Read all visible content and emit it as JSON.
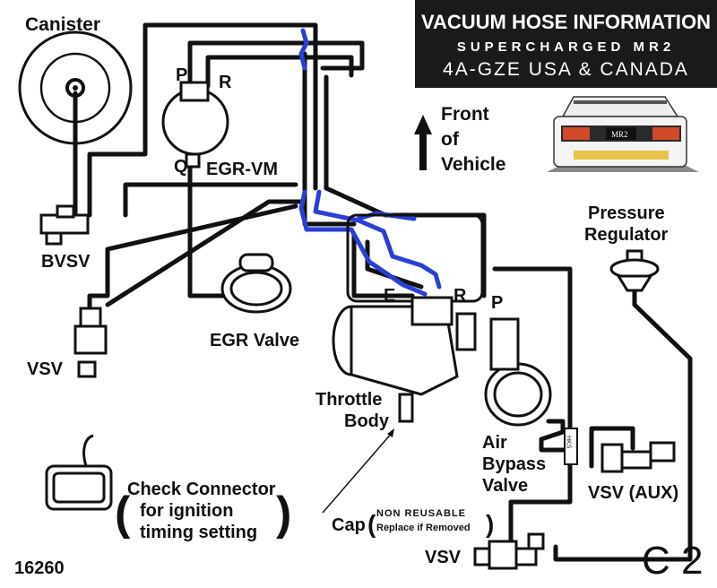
{
  "header": {
    "title": "VACUUM HOSE INFORMATION",
    "subtitle": "SUPERCHARGED MR2",
    "engine": "4A-GZE USA & CANADA"
  },
  "labels": {
    "canister": "Canister",
    "port_p": "P",
    "port_r": "R",
    "port_q": "Q",
    "egr_vm": "EGR-VM",
    "bvsv": "BVSV",
    "egr_valve": "EGR Valve",
    "vsv": "VSV",
    "front_line1": "Front",
    "front_line2": "of",
    "front_line3": "Vehicle",
    "pressure_line1": "Pressure",
    "pressure_line2": "Regulator",
    "port_e": "E",
    "port_r2": "R",
    "port_p2": "P",
    "throttle_line1": "Throttle",
    "throttle_line2": "Body",
    "air_line1": "Air",
    "air_line2": "Bypass",
    "air_line3": "Valve",
    "vsv_aux": "VSV (AUX)",
    "check_line1": "Check Connector",
    "check_line2": "for ignition",
    "check_line3": "timing setting",
    "cap": "Cap",
    "cap_note1": "NON REUSABLE",
    "cap_note2": "Replace if Removed",
    "vsv_bottom": "VSV",
    "hks": "HKS",
    "car_plate": "MR2",
    "part_number": "16260",
    "code": "C 2"
  },
  "colors": {
    "hose": "#111111",
    "highlight": "#2a3fd6",
    "header_bg": "#1a1a1a"
  }
}
